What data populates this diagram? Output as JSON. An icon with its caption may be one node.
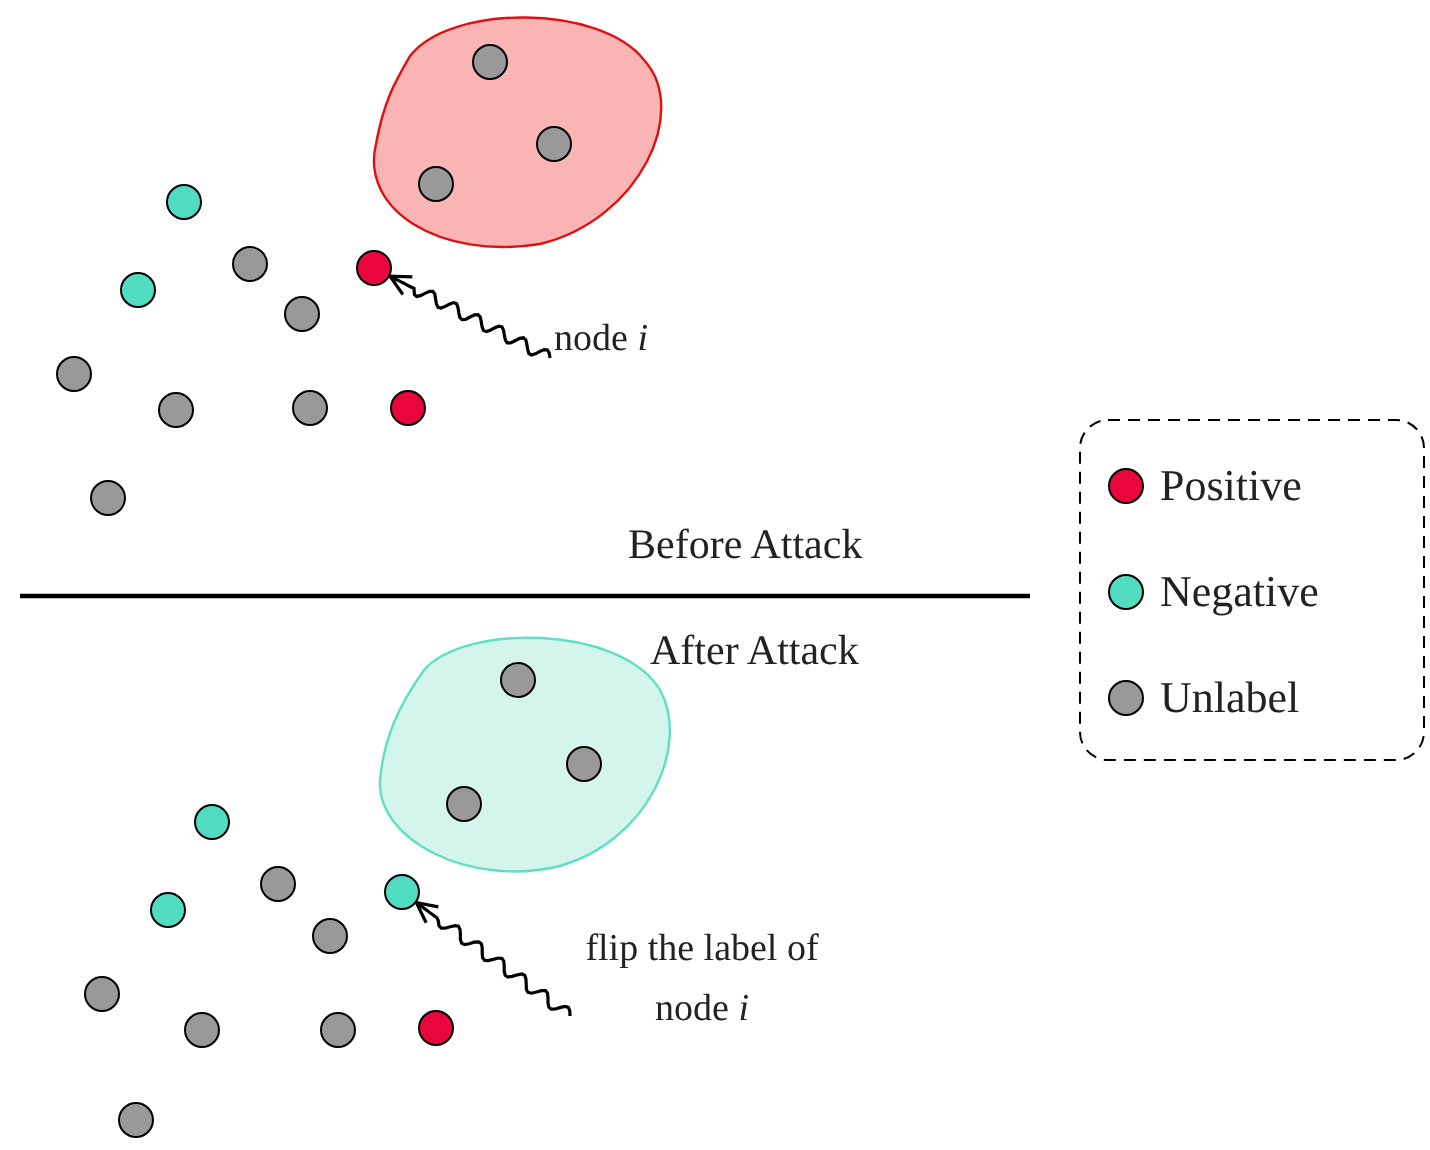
{
  "diagram": {
    "nodes": [
      {
        "text": [],
        "shape": "circle"
      },
      {
        "text": [
          "node *i*"
        ]
      },
      {
        "text": [],
        "shape": "circle"
      },
      {
        "text": [
          "flip the label of node *i*"
        ]
      }
    ],
    "edges": [
      {
        "from": 1,
        "to": 0,
        "arrow": "to"
      },
      {
        "from": 3,
        "to": 2,
        "arrow": "to"
      }
    ],
    "labels": [
      "Before Attack",
      "After Attack"
    ],
    "legend": [
      {
        "text": "Positive",
        "color": "#e8063c"
      },
      {
        "text": "Negative",
        "color": "#4fdcc0"
      },
      {
        "text": "Unlabel",
        "color": "#999999"
      }
    ]
  }
}
